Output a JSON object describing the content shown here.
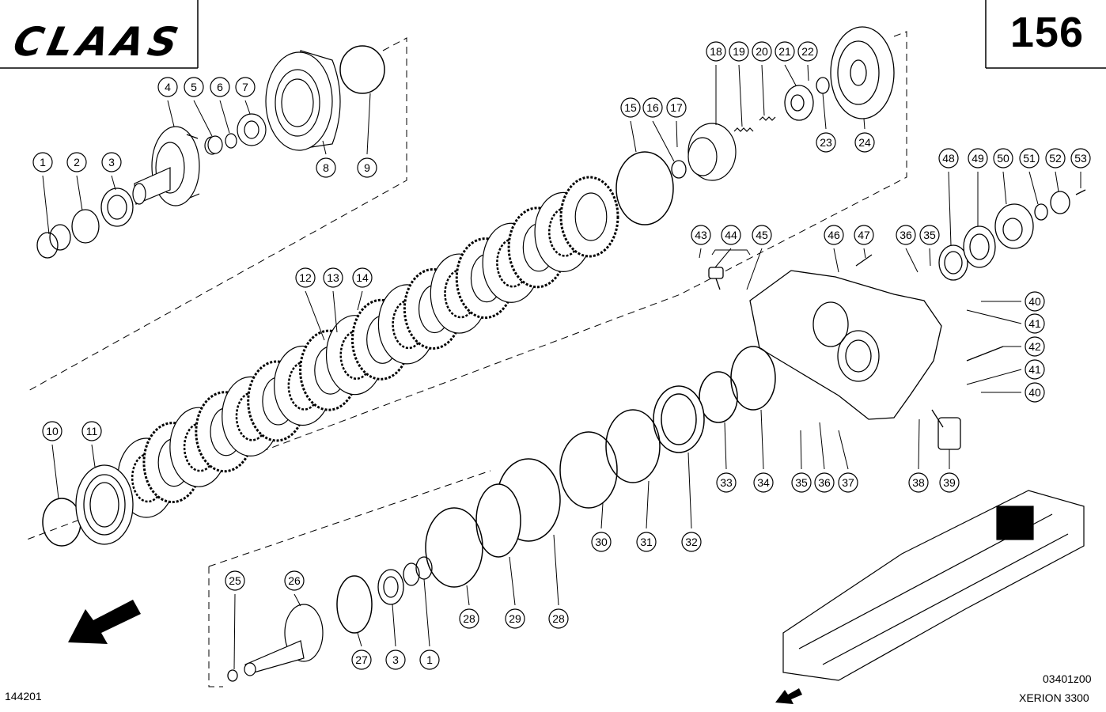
{
  "header": {
    "brand": "CLAAS",
    "page_number": "156"
  },
  "footer": {
    "left_code": "144201",
    "drawing_code": "03401z00",
    "model": "XERION 3300"
  },
  "callouts": [
    {
      "id": "c1a",
      "n": "1"
    },
    {
      "id": "c2",
      "n": "2"
    },
    {
      "id": "c3a",
      "n": "3"
    },
    {
      "id": "c4",
      "n": "4"
    },
    {
      "id": "c5",
      "n": "5"
    },
    {
      "id": "c6",
      "n": "6"
    },
    {
      "id": "c7",
      "n": "7"
    },
    {
      "id": "c8",
      "n": "8"
    },
    {
      "id": "c9",
      "n": "9"
    },
    {
      "id": "c10",
      "n": "10"
    },
    {
      "id": "c11",
      "n": "11"
    },
    {
      "id": "c12",
      "n": "12"
    },
    {
      "id": "c13",
      "n": "13"
    },
    {
      "id": "c14",
      "n": "14"
    },
    {
      "id": "c15",
      "n": "15"
    },
    {
      "id": "c16",
      "n": "16"
    },
    {
      "id": "c17",
      "n": "17"
    },
    {
      "id": "c18",
      "n": "18"
    },
    {
      "id": "c19",
      "n": "19"
    },
    {
      "id": "c20",
      "n": "20"
    },
    {
      "id": "c21",
      "n": "21"
    },
    {
      "id": "c22",
      "n": "22"
    },
    {
      "id": "c23",
      "n": "23"
    },
    {
      "id": "c24",
      "n": "24"
    },
    {
      "id": "c25",
      "n": "25"
    },
    {
      "id": "c26",
      "n": "26"
    },
    {
      "id": "c27",
      "n": "27"
    },
    {
      "id": "c3b",
      "n": "3"
    },
    {
      "id": "c1b",
      "n": "1"
    },
    {
      "id": "c28a",
      "n": "28"
    },
    {
      "id": "c29",
      "n": "29"
    },
    {
      "id": "c28b",
      "n": "28"
    },
    {
      "id": "c30",
      "n": "30"
    },
    {
      "id": "c31",
      "n": "31"
    },
    {
      "id": "c32",
      "n": "32"
    },
    {
      "id": "c33",
      "n": "33"
    },
    {
      "id": "c34",
      "n": "34"
    },
    {
      "id": "c35a",
      "n": "35"
    },
    {
      "id": "c36a",
      "n": "36"
    },
    {
      "id": "c37",
      "n": "37"
    },
    {
      "id": "c38",
      "n": "38"
    },
    {
      "id": "c39",
      "n": "39"
    },
    {
      "id": "c40a",
      "n": "40"
    },
    {
      "id": "c41a",
      "n": "41"
    },
    {
      "id": "c42",
      "n": "42"
    },
    {
      "id": "c41b",
      "n": "41"
    },
    {
      "id": "c40b",
      "n": "40"
    },
    {
      "id": "c43",
      "n": "43"
    },
    {
      "id": "c44",
      "n": "44"
    },
    {
      "id": "c45",
      "n": "45"
    },
    {
      "id": "c46",
      "n": "46"
    },
    {
      "id": "c47",
      "n": "47"
    },
    {
      "id": "c36b",
      "n": "36"
    },
    {
      "id": "c35b",
      "n": "35"
    },
    {
      "id": "c48",
      "n": "48"
    },
    {
      "id": "c49",
      "n": "49"
    },
    {
      "id": "c50",
      "n": "50"
    },
    {
      "id": "c51",
      "n": "51"
    },
    {
      "id": "c52",
      "n": "52"
    },
    {
      "id": "c53",
      "n": "53"
    }
  ]
}
